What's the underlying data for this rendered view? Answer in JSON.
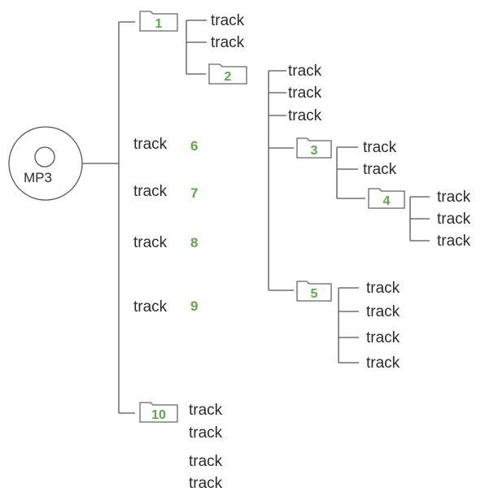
{
  "disc": {
    "label": "MP3"
  },
  "folders": [
    {
      "id": "1",
      "label": "1",
      "tracks": [
        "track",
        "track"
      ]
    },
    {
      "id": "2",
      "label": "2",
      "tracks": [
        "track",
        "track",
        "track"
      ]
    },
    {
      "id": "3",
      "label": "3",
      "tracks": [
        "track",
        "track"
      ]
    },
    {
      "id": "4",
      "label": "4",
      "tracks": [
        "track",
        "track",
        "track"
      ]
    },
    {
      "id": "5",
      "label": "5",
      "tracks": [
        "track",
        "track",
        "track",
        "track"
      ]
    },
    {
      "id": "10",
      "label": "10",
      "tracks": [
        "track",
        "track",
        "track",
        "track"
      ]
    }
  ],
  "root_tracks": [
    {
      "label": "track",
      "number": "6"
    },
    {
      "label": "track",
      "number": "7"
    },
    {
      "label": "track",
      "number": "8"
    },
    {
      "label": "track",
      "number": "9"
    }
  ],
  "colors": {
    "line": "#555555",
    "folder_number": "#5fa84a",
    "folder_outline": "#666666"
  }
}
